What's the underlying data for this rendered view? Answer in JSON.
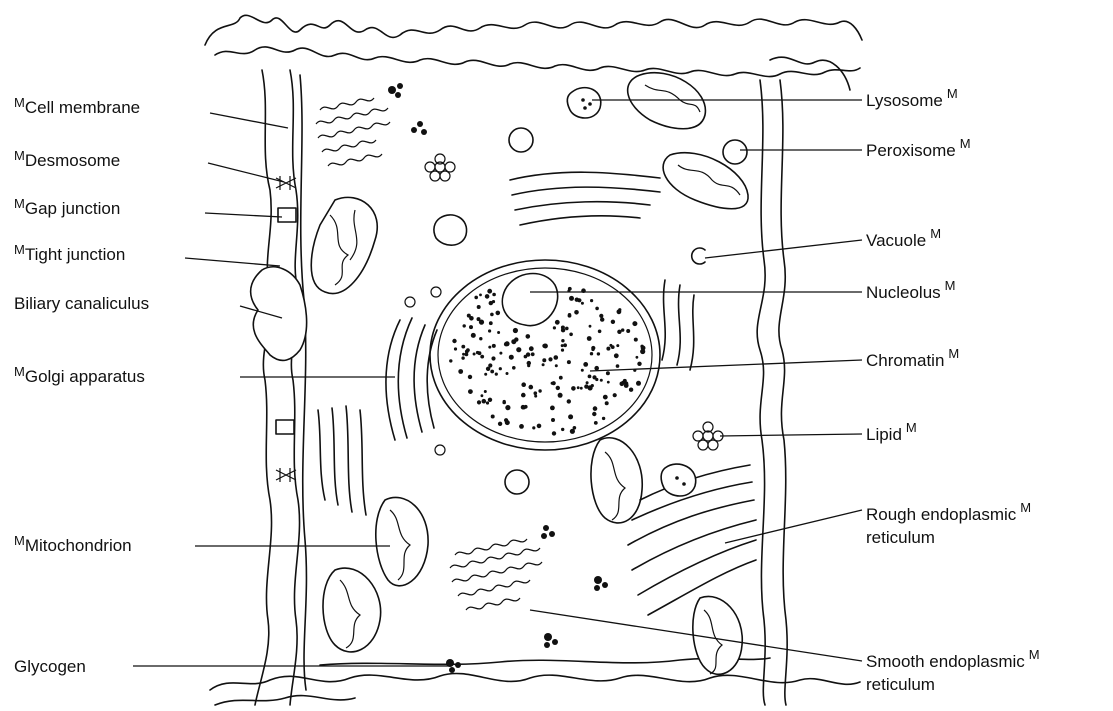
{
  "labels": {
    "left": [
      {
        "prefix": "M",
        "text": "Cell membrane"
      },
      {
        "prefix": "M",
        "text": "Desmosome"
      },
      {
        "prefix": "M",
        "text": "Gap junction"
      },
      {
        "prefix": "M",
        "text": "Tight junction"
      },
      {
        "prefix": "",
        "text": "Biliary canaliculus"
      },
      {
        "prefix": "M",
        "text": "Golgi apparatus"
      },
      {
        "prefix": "M",
        "text": "Mitochondrion"
      },
      {
        "prefix": "",
        "text": "Glycogen"
      }
    ],
    "right": [
      {
        "text": "Lysosome",
        "suffix": "M"
      },
      {
        "text": "Peroxisome",
        "suffix": "M"
      },
      {
        "text": "Vacuole",
        "suffix": "M"
      },
      {
        "text": "Nucleolus",
        "suffix": "M"
      },
      {
        "text": "Chromatin",
        "suffix": "M"
      },
      {
        "text": "Lipid",
        "suffix": "M"
      },
      {
        "text": "Rough endoplasmic",
        "line2": "reticulum",
        "suffix": "M"
      },
      {
        "text": "Smooth endoplasmic",
        "line2": "reticulum",
        "suffix": "M"
      }
    ]
  }
}
